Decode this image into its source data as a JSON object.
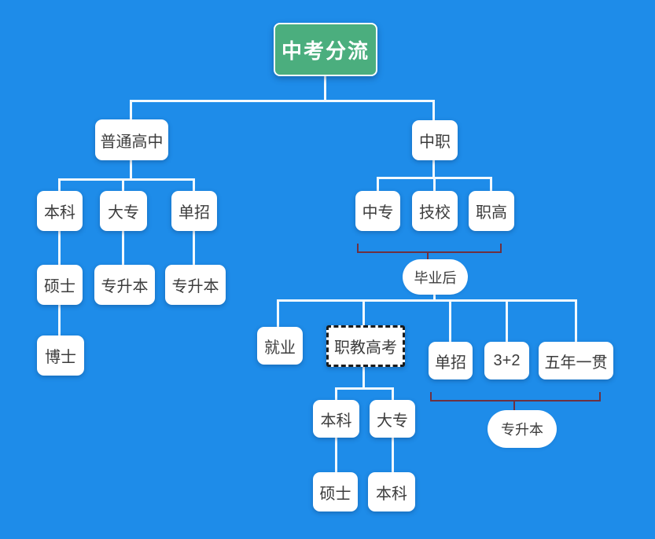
{
  "colors": {
    "background": "#1e8ce9",
    "root_fill": "#4bae7e",
    "root_text": "#ffffff",
    "node_fill": "#ffffff",
    "node_text": "#3c3c3c",
    "connector_line": "#f2f9fe",
    "group_bracket": "#6e3040",
    "dashed_border": "#1b1b1b"
  },
  "nodes": {
    "root": "中考分流",
    "putong_gaozhong": "普通高中",
    "zhongzhi": "中职",
    "benke_1": "本科",
    "dazhuan_1": "大专",
    "danzhao_1": "单招",
    "shuoshi_1": "硕士",
    "zhuanshengben_1": "专升本",
    "zhuanshengben_2": "专升本",
    "boshi": "博士",
    "zhongzhuan": "中专",
    "jixiao": "技校",
    "zhigao": "职高",
    "biyehou": "毕业后",
    "jiuye": "就业",
    "zhijiao_gaokao": "职教高考",
    "danzhao_2": "单招",
    "san_jia_er": "3+2",
    "wunian_yiguan": "五年一贯",
    "benke_2": "本科",
    "dazhuan_2": "大专",
    "shuoshi_2": "硕士",
    "benke_3": "本科",
    "zhuanshengben_3": "专升本"
  }
}
